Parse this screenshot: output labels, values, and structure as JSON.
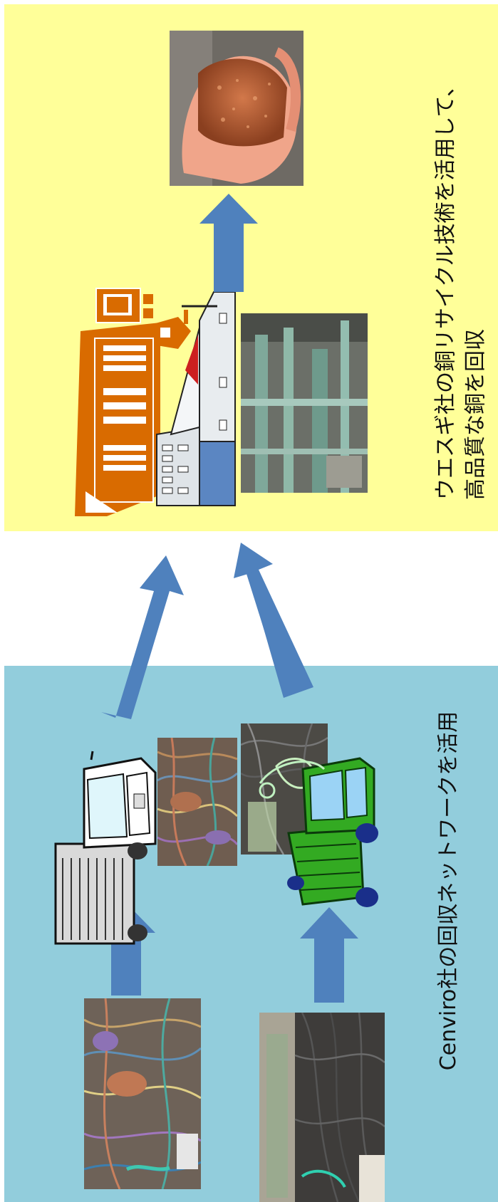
{
  "top_caption": {
    "line1": "ウエスギ社の銅リサイクル技術を活用して、",
    "line2": "高品質な銅を回収"
  },
  "bottom_caption": "Cenviro社の回収ネットワークを活用",
  "colors": {
    "top_panel": "#ffff99",
    "bottom_panel": "#92cddc",
    "arrow": "#4f81bd",
    "ship": "#d96b00",
    "green_truck": "#33aa22",
    "copper": "#c0643a"
  }
}
